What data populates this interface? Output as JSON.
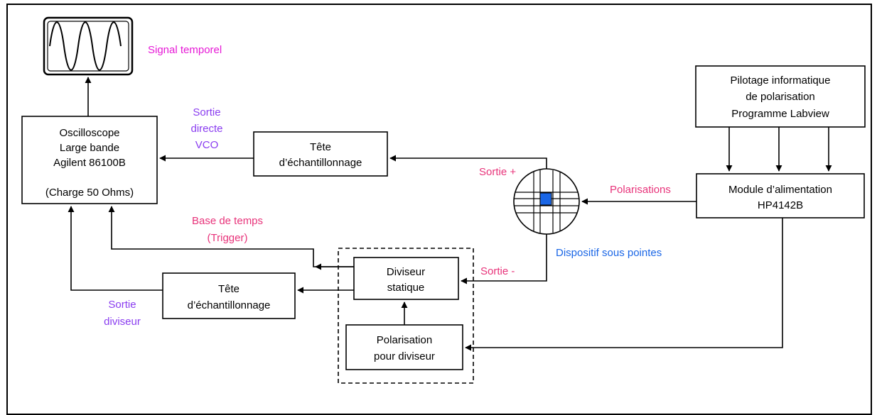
{
  "boxes": {
    "oscilloscope": [
      "Oscilloscope",
      "Large bande",
      "Agilent  86100B",
      "(Charge 50 Ohms)"
    ],
    "tete_top": [
      "Tête",
      "d’échantillonnage"
    ],
    "tete_bottom": [
      "Tête",
      "d’échantillonnage"
    ],
    "diviseur": [
      "Diviseur",
      "statique"
    ],
    "polarisation_diviseur": [
      "Polarisation",
      "pour diviseur"
    ],
    "pilotage": [
      "Pilotage informatique",
      "de polarisation",
      "Programme Labview"
    ],
    "module": [
      "Module d’alimentation",
      "HP4142B"
    ]
  },
  "labels": {
    "signal_temporel": "Signal temporel",
    "sortie_directe": [
      "Sortie",
      "directe",
      "VCO"
    ],
    "sortie_plus": "Sortie +",
    "sortie_minus": "Sortie -",
    "polarisations": "Polarisations",
    "dispositif": "Dispositif sous pointes",
    "base_de_temps": [
      "Base de temps",
      "(Trigger)"
    ],
    "sortie_diviseur": [
      "Sortie",
      "diviseur"
    ]
  },
  "colors": {
    "pink": "#e8337a",
    "magenta": "#e619d6",
    "violet": "#8a3df0",
    "blue": "#1a66e6",
    "chip": "#1a66e6"
  }
}
